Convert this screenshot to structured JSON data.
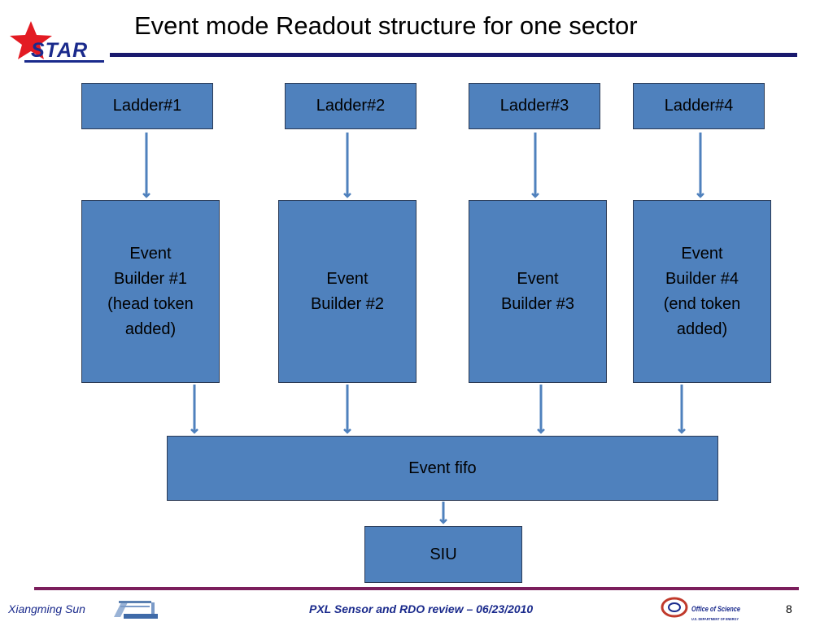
{
  "header": {
    "title": "Event mode Readout structure for one sector",
    "logo_text": "STAR"
  },
  "diagram": {
    "ladders": [
      "Ladder#1",
      "Ladder#2",
      "Ladder#3",
      "Ladder#4"
    ],
    "builders": [
      "Event\nBuilder #1\n(head token\nadded)",
      "Event\nBuilder #2",
      "Event\nBuilder #3",
      "Event\nBuilder #4\n(end token\nadded)"
    ],
    "fifo": "Event fifo",
    "siu": "SIU"
  },
  "footer": {
    "author": "Xiangming Sun",
    "title": "PXL Sensor and RDO review – 06/23/2010",
    "page": "8",
    "office_logo": "Office of Science",
    "office_sub": "U.S. DEPARTMENT OF ENERGY"
  },
  "colors": {
    "box_fill": "#4f81bd",
    "arrow": "#4f81bd",
    "top_rule": "#1a1a6e",
    "bottom_rule": "#7b1e5c",
    "star": "#e31b23"
  }
}
